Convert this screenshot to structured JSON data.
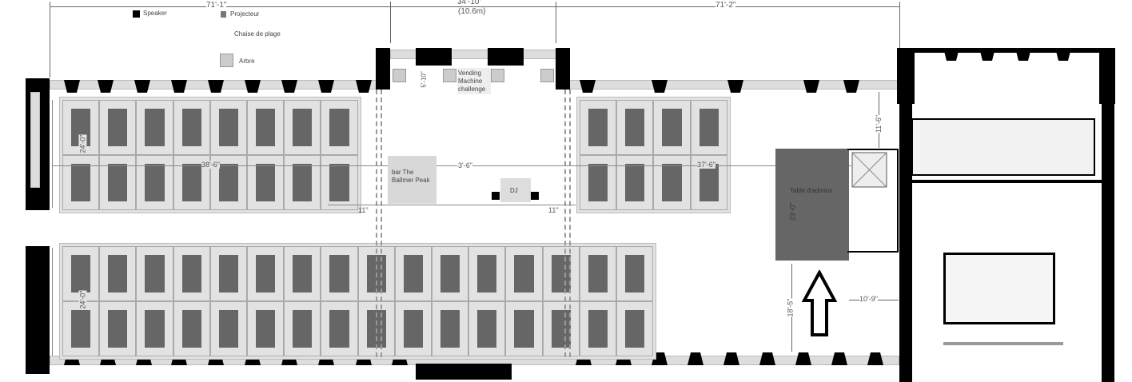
{
  "legend": {
    "speaker": "Speaker",
    "projector": "Projecteur",
    "chair": "Chaise de plage",
    "tree": "Arbre"
  },
  "dimensions": {
    "top_left": "71'-1\"",
    "top_middle": "34'-10\"",
    "top_middle_metric": "(10.6m)",
    "top_right": "71'-2\"",
    "alcove_depth": "5'-10\"",
    "left_upper_depth": "24'-0\"",
    "left_lower_depth": "24'-0\"",
    "left_length": "38'-6\"",
    "center_width": "-3'-6\"",
    "right_length": "37'-6\"",
    "gap_left": "11\"",
    "gap_right": "11\"",
    "admin_height": "23'-0\"",
    "right_top": "11'-6\"",
    "entry_depth": "18'-5\"",
    "entry_width": "10'-9\""
  },
  "labels": {
    "vending": "Vending Machine challenge",
    "bar": "bar The Ballmer Peak",
    "dj": "DJ",
    "admin_table": "Table d'admins"
  },
  "colors": {
    "seat": "#666666",
    "table": "#e2e2e2",
    "wall": "#000000"
  }
}
